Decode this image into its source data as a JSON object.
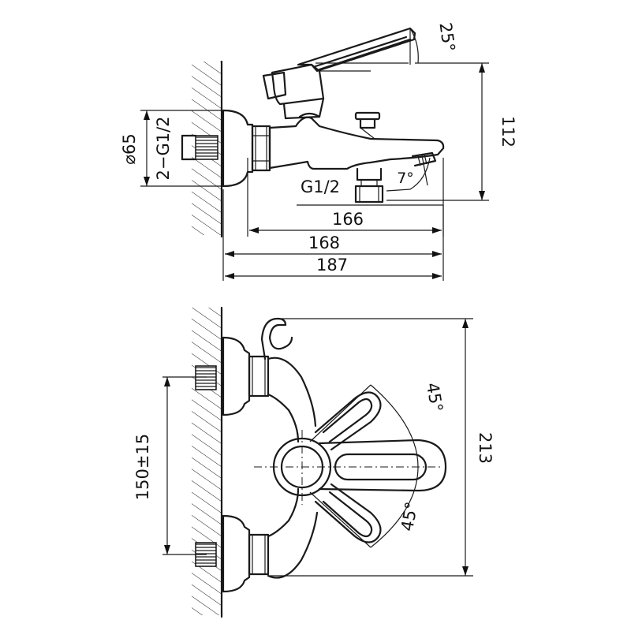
{
  "side_view": {
    "dim_width_spout": "166",
    "dim_width_body": "168",
    "dim_width_total": "187",
    "dim_height": "112",
    "dim_flange_diameter": "⌀65",
    "thread_inlet": "2−G1/2",
    "thread_outlet": "G1/2",
    "angle_handle": "25°",
    "angle_spout": "7°"
  },
  "front_view": {
    "dim_center_distance": "150±15",
    "dim_height": "213",
    "angle_up": "45°",
    "angle_down": "45°"
  }
}
